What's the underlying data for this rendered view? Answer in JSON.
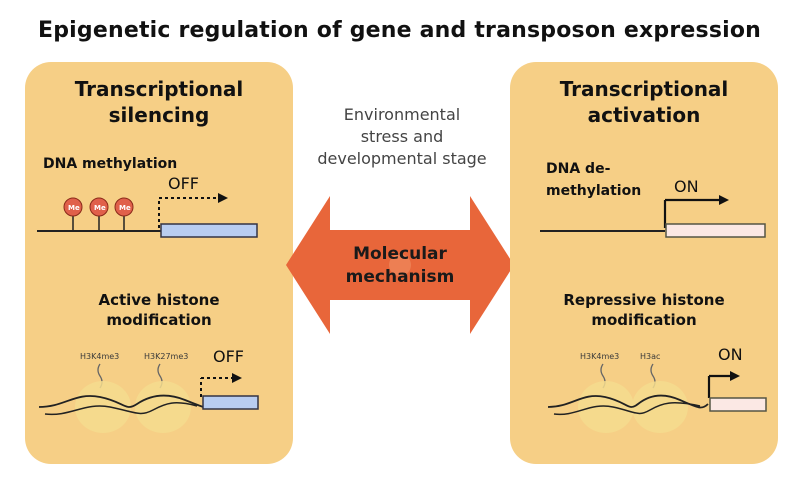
{
  "title": "Epigenetic regulation of gene and transposon expression",
  "left_panel": {
    "title_line1": "Transcriptional",
    "title_line2": "silencing",
    "dna_label": "DNA methylation",
    "dna_state": "OFF",
    "methyl_mark": "Me",
    "histone_line1": "Active histone",
    "histone_line2": "modification",
    "histone_state": "OFF",
    "histone_mark_1": "H3K4me3",
    "histone_mark_2": "H3K27me3"
  },
  "right_panel": {
    "title_line1": "Transcriptional",
    "title_line2": "activation",
    "dna_label_line1": "DNA de-",
    "dna_label_line2": "methylation",
    "dna_state": "ON",
    "histone_line1": "Repressive histone",
    "histone_line2": "modification",
    "histone_state": "ON",
    "histone_mark_1": "H3K4me3",
    "histone_mark_2": "H3ac"
  },
  "middle": {
    "line1": "Environmental",
    "line2": "stress and",
    "line3": "developmental stage",
    "arrow_line1": "Molecular",
    "arrow_line2": "mechanism"
  },
  "colors": {
    "panel": "#f6cf86",
    "arrow": "#e8663a",
    "gene_off": "#b9cdf0",
    "gene_on": "#fbe8e4",
    "methyl": "#e0604a",
    "nucleosome": "#f4dc8e"
  }
}
